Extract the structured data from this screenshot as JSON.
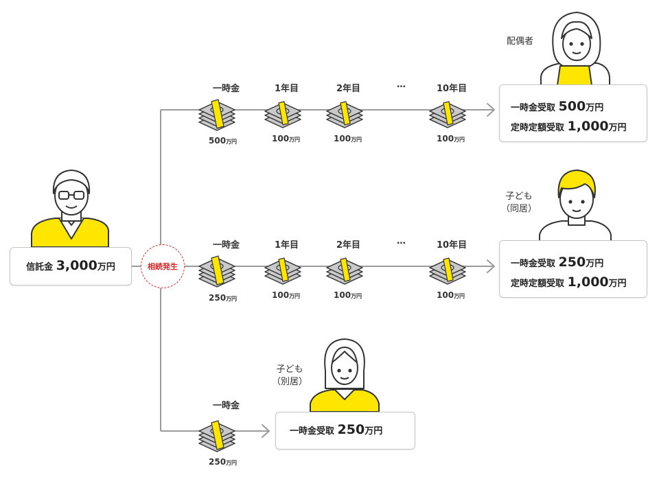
{
  "settlor": {
    "box_label": "信託金",
    "amount": "3,000",
    "unit": "万円"
  },
  "trigger": "相続発生",
  "common": {
    "lump_label": "一時金",
    "year1": "1年目",
    "year2": "2年目",
    "ellipsis": "…",
    "year10": "10年目",
    "annual_amount": "100",
    "unit_small": "万円"
  },
  "spouse": {
    "name": "配偶者",
    "lump_amount": "500",
    "result_line1_label": "一時金受取",
    "result_line1_amount": "500",
    "result_line2_label": "定時定額受取",
    "result_line2_amount": "1,000",
    "unit": "万円"
  },
  "child_cohabiting": {
    "name": "子ども",
    "sub": "（同居）",
    "lump_amount": "250",
    "result_line1_label": "一時金受取",
    "result_line1_amount": "250",
    "result_line2_label": "定時定額受取",
    "result_line2_amount": "1,000",
    "unit": "万円"
  },
  "child_separate": {
    "name": "子ども",
    "sub": "（別居）",
    "lump_label": "一時金",
    "lump_amount": "250",
    "result_label": "一時金受取",
    "result_amount": "250",
    "unit": "万円"
  },
  "colors": {
    "accent_yellow": "#ffe600",
    "money_gray": "#c9c9c9",
    "line_gray": "#999999",
    "trigger_red": "#d62a2a"
  }
}
